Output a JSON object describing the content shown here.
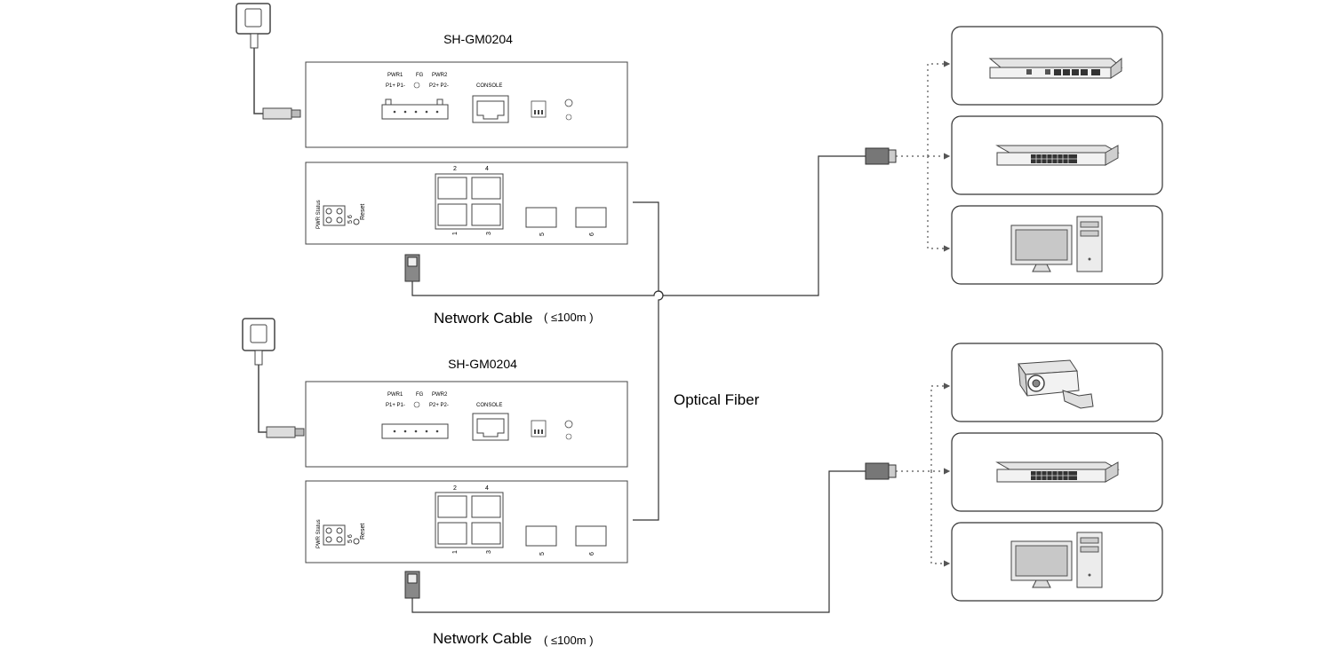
{
  "switches": [
    {
      "model": "SH-GM0204",
      "top_panel": {
        "pwr1": "PWR1",
        "fg": "FG",
        "pwr2": "PWR2",
        "p1": "P1+ P1-",
        "p2": "P2+ P2-",
        "console": "CONSOLE"
      },
      "front_panel": {
        "leds": "PWR Status",
        "led_ports": "5 6",
        "reset": "Reset",
        "port_labels": [
          "2",
          "4",
          "1",
          "3",
          "5",
          "6"
        ]
      },
      "cable_label": "Network Cable",
      "cable_spec": "( ≤100m )"
    },
    {
      "model": "SH-GM0204",
      "top_panel": {
        "pwr1": "PWR1",
        "fg": "FG",
        "pwr2": "PWR2",
        "p1": "P1+ P1-",
        "p2": "P2+ P2-",
        "console": "CONSOLE"
      },
      "front_panel": {
        "leds": "PWR Status",
        "led_ports": "5 6",
        "reset": "Reset",
        "port_labels": [
          "2",
          "4",
          "1",
          "3",
          "5",
          "6"
        ]
      },
      "cable_label": "Network Cable",
      "cable_spec": "( ≤100m )"
    }
  ],
  "fiber_label": "Optical Fiber",
  "devices_top": [
    "router-icon",
    "switch-icon",
    "computer-icon"
  ],
  "devices_bottom": [
    "camera-icon",
    "switch-icon",
    "computer-icon"
  ]
}
